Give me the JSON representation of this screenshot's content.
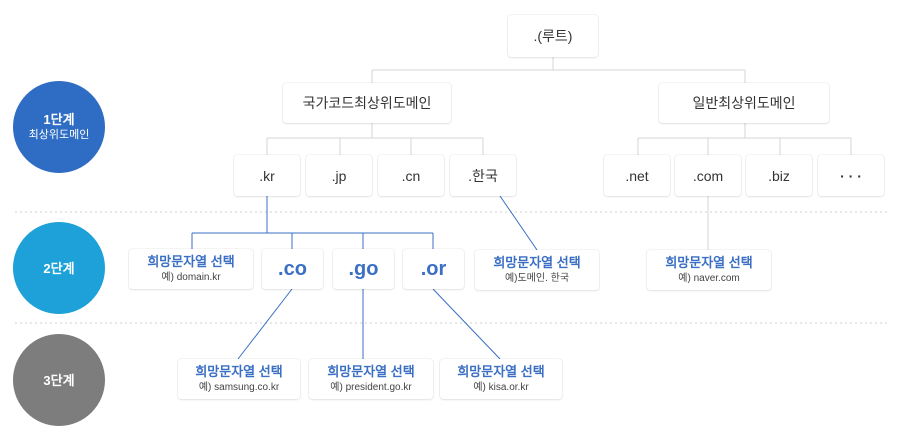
{
  "colors": {
    "level1": "#2f6dc4",
    "level2": "#1da1d8",
    "level3": "#7d7d7d",
    "connector": "#3a6fc4",
    "tree_line": "#d6d6d6",
    "accent_text": "#3a6fc4"
  },
  "levels": [
    {
      "title": "1단계",
      "subtitle": "최상위도메인"
    },
    {
      "title": "2단계",
      "subtitle": ""
    },
    {
      "title": "3단계",
      "subtitle": ""
    }
  ],
  "root": {
    "label": ".(루트)"
  },
  "categories": {
    "country": "국가코드최상위도메인",
    "general": "일반최상위도메인"
  },
  "tld": {
    "kr": ".kr",
    "jp": ".jp",
    "cn": ".cn",
    "hangul": ".한국",
    "net": ".net",
    "com": ".com",
    "biz": ".biz",
    "more": "· · ·"
  },
  "second_level": {
    "kr_custom": {
      "title": "희망문자열 선택",
      "example": "예) domain.kr"
    },
    "co": ".co",
    "go": ".go",
    "or": ".or",
    "hangul_custom": {
      "title": "희망문자열 선택",
      "example": "예)도메인. 한국"
    },
    "com_custom": {
      "title": "희망문자열 선택",
      "example": "예) naver.com"
    }
  },
  "third_level": {
    "co_custom": {
      "title": "희망문자열 선택",
      "example": "예) samsung.co.kr"
    },
    "go_custom": {
      "title": "희망문자열 선택",
      "example": "예) president.go.kr"
    },
    "or_custom": {
      "title": "희망문자열 선택",
      "example": "예) kisa.or.kr"
    }
  }
}
